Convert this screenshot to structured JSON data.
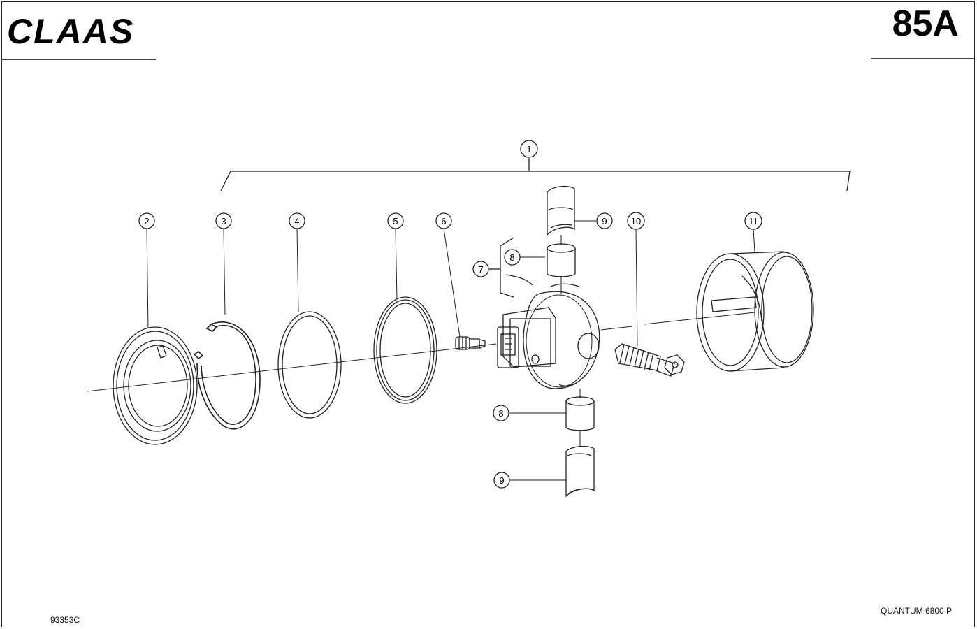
{
  "header": {
    "brand_logo": "CLAAS",
    "page_number": "85A"
  },
  "footer": {
    "drawing_code": "93353C",
    "model_name": "QUANTUM 6800 P"
  },
  "callouts": [
    {
      "id": "1",
      "label": "1"
    },
    {
      "id": "2",
      "label": "2"
    },
    {
      "id": "3",
      "label": "3"
    },
    {
      "id": "4",
      "label": "4"
    },
    {
      "id": "5",
      "label": "5"
    },
    {
      "id": "6",
      "label": "6"
    },
    {
      "id": "7",
      "label": "7"
    },
    {
      "id": "8a",
      "label": "8"
    },
    {
      "id": "8b",
      "label": "8"
    },
    {
      "id": "9a",
      "label": "9"
    },
    {
      "id": "9b",
      "label": "9"
    },
    {
      "id": "10",
      "label": "10"
    },
    {
      "id": "11",
      "label": "11"
    }
  ]
}
